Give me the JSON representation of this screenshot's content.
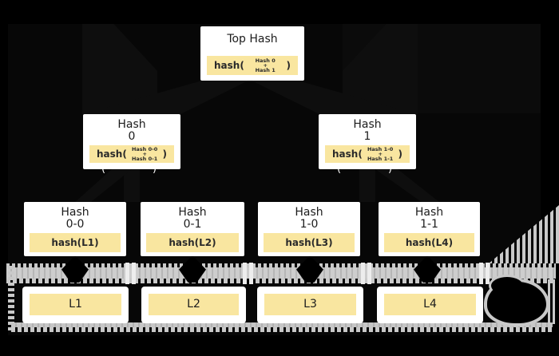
{
  "diagram_type": "merkle-hash-tree",
  "colors": {
    "background": "#000000",
    "node_box": "#ffffff",
    "hash_fill": "#f9e6a0",
    "strip_gray": "#c9c9c9",
    "text": "#1c1c1c"
  },
  "tree": {
    "root": {
      "title": "Top Hash",
      "fn_open": "hash(",
      "fn_close": ")",
      "operands": [
        "Hash 0",
        "+",
        "Hash 1"
      ]
    },
    "internal": [
      {
        "title_line1": "Hash",
        "title_line2": "0",
        "fn_open": "hash(",
        "fn_close": ")",
        "operands": [
          "Hash 0-0",
          "+",
          "Hash 0-1"
        ]
      },
      {
        "title_line1": "Hash",
        "title_line2": "1",
        "fn_open": "hash(",
        "fn_close": ")",
        "operands": [
          "Hash 1-0",
          "+",
          "Hash 1-1"
        ]
      }
    ],
    "leaf_hashes": [
      {
        "title_line1": "Hash",
        "title_line2": "0-0",
        "fn": "hash(L1)"
      },
      {
        "title_line1": "Hash",
        "title_line2": "0-1",
        "fn": "hash(L2)"
      },
      {
        "title_line1": "Hash",
        "title_line2": "1-0",
        "fn": "hash(L3)"
      },
      {
        "title_line1": "Hash",
        "title_line2": "1-1",
        "fn": "hash(L4)"
      }
    ],
    "data_blocks": [
      {
        "label": "L1"
      },
      {
        "label": "L2"
      },
      {
        "label": "L3"
      },
      {
        "label": "L4"
      }
    ],
    "remnant_glyphs": [
      "(",
      ")",
      "(",
      ")"
    ]
  }
}
